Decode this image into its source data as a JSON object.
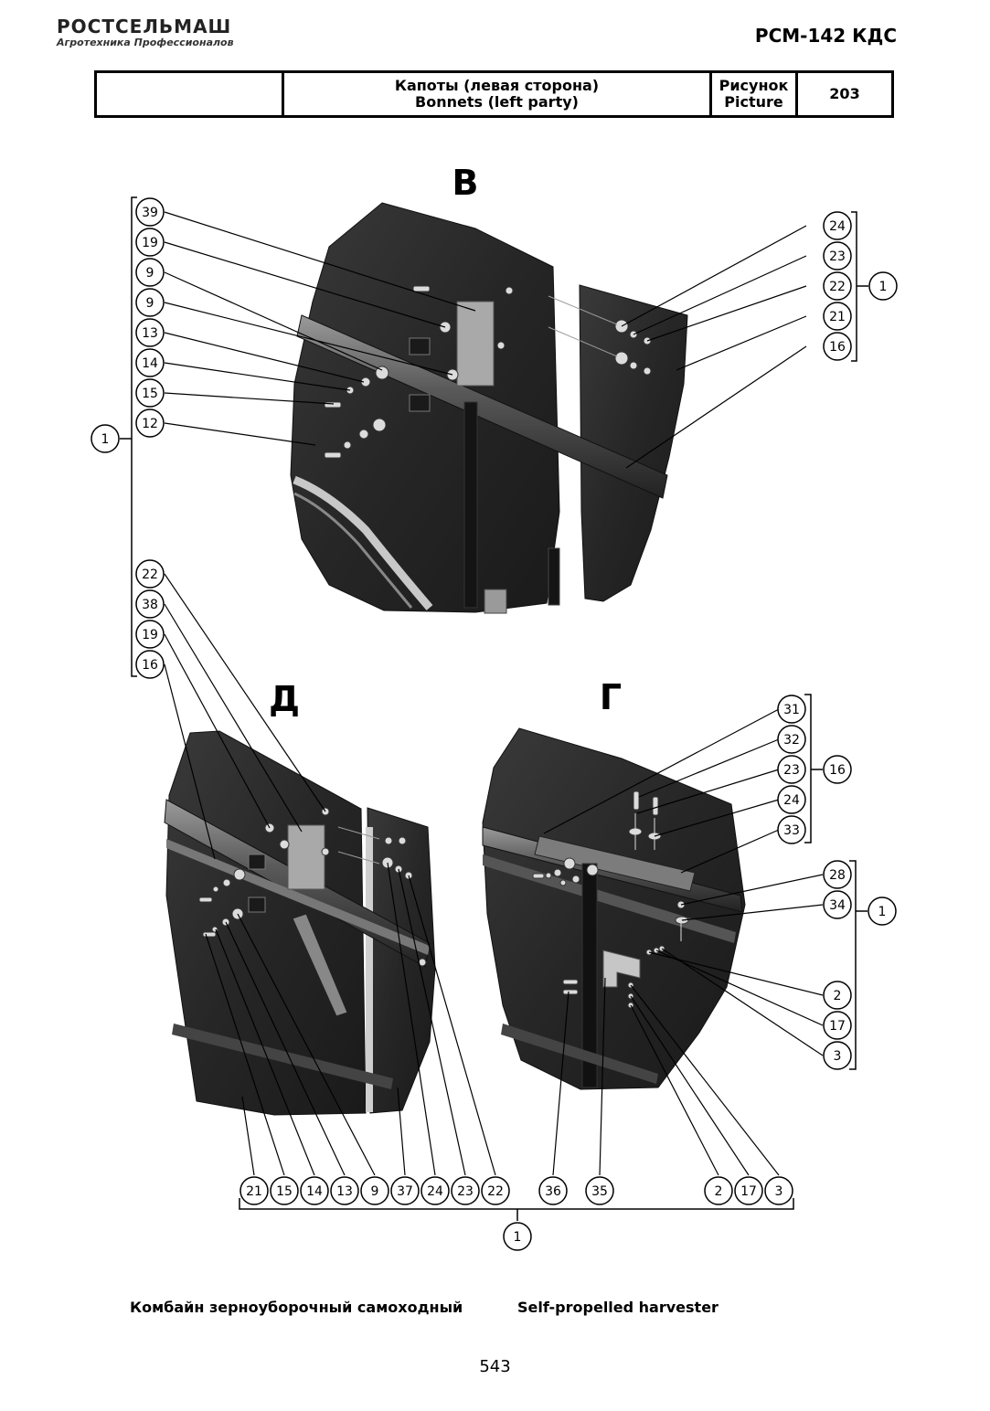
{
  "header": {
    "brand": "РОСТСЕЛЬМАШ",
    "tagline": "Агротехника Профессионалов",
    "model": "РСМ-142 КДС",
    "title_ru": "Капоты (левая сторона)",
    "title_en": "Bonnets (left party)",
    "picture_label_ru": "Рисунок",
    "picture_label_en": "Picture",
    "picture_number": "203"
  },
  "views": {
    "v": "В",
    "d": "Д",
    "g": "Г"
  },
  "callouts": {
    "v_left": [
      "39",
      "19",
      "9",
      "9",
      "13",
      "14",
      "15",
      "12"
    ],
    "v_group": "1",
    "v_right": [
      "24",
      "23",
      "22",
      "21",
      "16"
    ],
    "v_right_group": "1",
    "d_left": [
      "22",
      "38",
      "19",
      "16"
    ],
    "g_top": [
      "31",
      "32",
      "23",
      "24",
      "33"
    ],
    "g_top_group": "16",
    "g_right": [
      "28",
      "34",
      "2",
      "17",
      "3"
    ],
    "g_right_group": "1",
    "bottom": [
      "21",
      "15",
      "14",
      "13",
      "9",
      "37",
      "24",
      "23",
      "22",
      "36",
      "35",
      "2",
      "17",
      "3"
    ],
    "bottom_group": "1"
  },
  "footer": {
    "left": "Комбайн зерноуборочный самоходный",
    "right": "Self-propelled harvester",
    "page": "543"
  }
}
